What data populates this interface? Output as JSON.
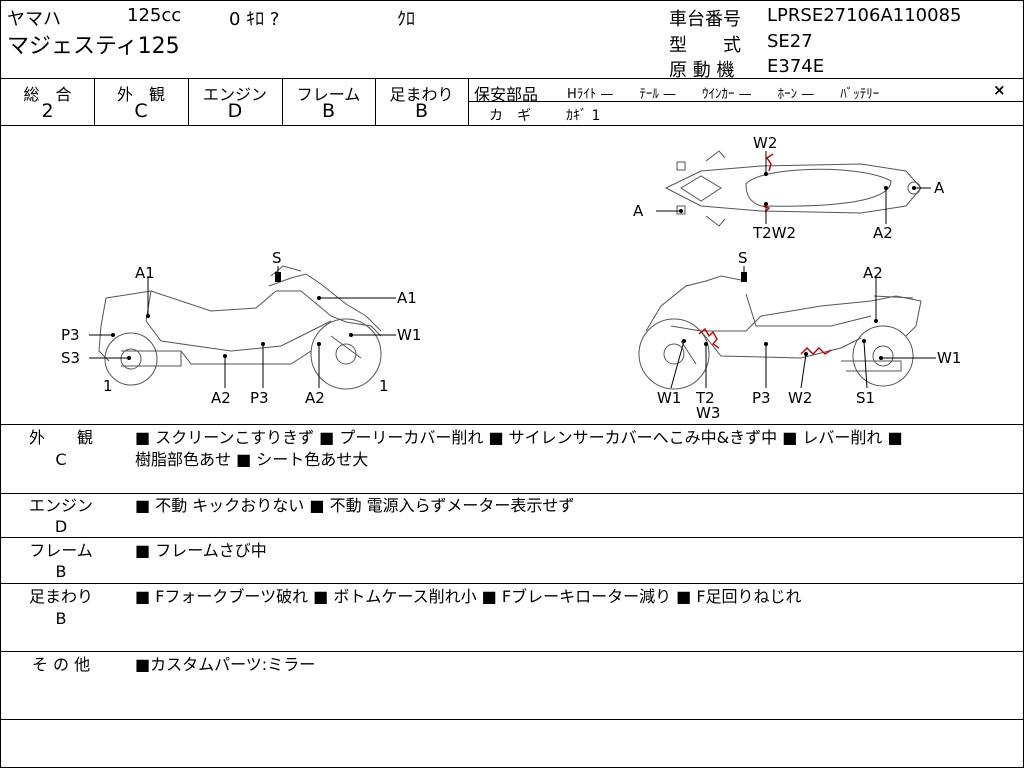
{
  "header": {
    "maker": "ヤマハ",
    "displacement": "125cc",
    "mileage": "0 ｷﾛ ?",
    "color": "ｸﾛ",
    "model_name": "マジェスティ125",
    "frame_no_label": "車台番号",
    "frame_no": "LPRSE27106A110085",
    "type_label": "型　　式",
    "type": "SE27",
    "engine_label": "原 動 機",
    "engine": "E374E"
  },
  "grades": [
    {
      "label": "総　合",
      "value": "2"
    },
    {
      "label": "外　観",
      "value": "C"
    },
    {
      "label": "エンジン",
      "value": "D"
    },
    {
      "label": "フレーム",
      "value": "B"
    },
    {
      "label": "足まわり",
      "value": "B"
    }
  ],
  "safety": {
    "title": "保安部品",
    "items": "Hﾗｲﾄ —　　ﾃｰﾙ —　　ｳｲﾝｶｰ —　　ﾎｰﾝ —　　ﾊﾞｯﾃﾘｰ",
    "battery_mark": "×",
    "key_label": "カ　ギ",
    "key_value": "ｶｷﾞ 1"
  },
  "diagram_labels": {
    "left": [
      "A1",
      "S",
      "A1",
      "P3",
      "W1",
      "S3",
      "1",
      "1",
      "A2",
      "P3",
      "A2"
    ],
    "right": [
      "S",
      "A2",
      "W1",
      "W1",
      "T2",
      "W3",
      "P3",
      "W2",
      "S1"
    ],
    "top": [
      "W2",
      "A",
      "A",
      "T2W2",
      "A2"
    ]
  },
  "sections": [
    {
      "title": "外　　観",
      "grade": "C",
      "lines": [
        "■ スクリーンこすりきず ■ プーリーカバー削れ ■ サイレンサーカバーへこみ中&きず中 ■ レバー削れ ■",
        "樹脂部色あせ ■ シート色あせ大"
      ]
    },
    {
      "title": "エンジン",
      "grade": "D",
      "lines": [
        "■ 不動 キックおりない ■ 不動 電源入らずメーター表示せず"
      ]
    },
    {
      "title": "フレーム",
      "grade": "B",
      "lines": [
        "■ フレームさび中"
      ]
    },
    {
      "title": "足まわり",
      "grade": "B",
      "lines": [
        "■ Fフォークブーツ破れ ■ ボトムケース削れ小 ■ Fブレーキローター減り ■ F足回りねじれ"
      ]
    },
    {
      "title": "そ の 他",
      "grade": "",
      "lines": [
        "■カスタムパーツ:ミラー"
      ]
    }
  ],
  "colors": {
    "damage_marks": "#c00000",
    "line": "#000000"
  }
}
